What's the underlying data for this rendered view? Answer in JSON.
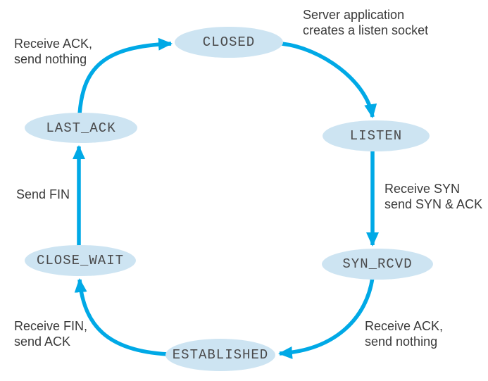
{
  "colors": {
    "arrow": "#00a9e6",
    "node_fill": "#cde4f2",
    "node_text": "#4a4a4b",
    "label_text": "#3a3a3a",
    "background": "#ffffff"
  },
  "states": {
    "closed": "CLOSED",
    "listen": "LISTEN",
    "syn_rcvd": "SYN_RCVD",
    "established": "ESTABLISHED",
    "close_wait": "CLOSE_WAIT",
    "last_ack": "LAST_ACK"
  },
  "transitions": {
    "closed_to_listen": "Server application\ncreates a listen socket",
    "listen_to_syn_rcvd": "Receive SYN\nsend SYN & ACK",
    "syn_rcvd_to_established": "Receive ACK,\nsend nothing",
    "established_to_close_wait": "Receive FIN,\nsend ACK",
    "close_wait_to_last_ack": "Send FIN",
    "last_ack_to_closed": "Receive ACK,\nsend nothing"
  }
}
